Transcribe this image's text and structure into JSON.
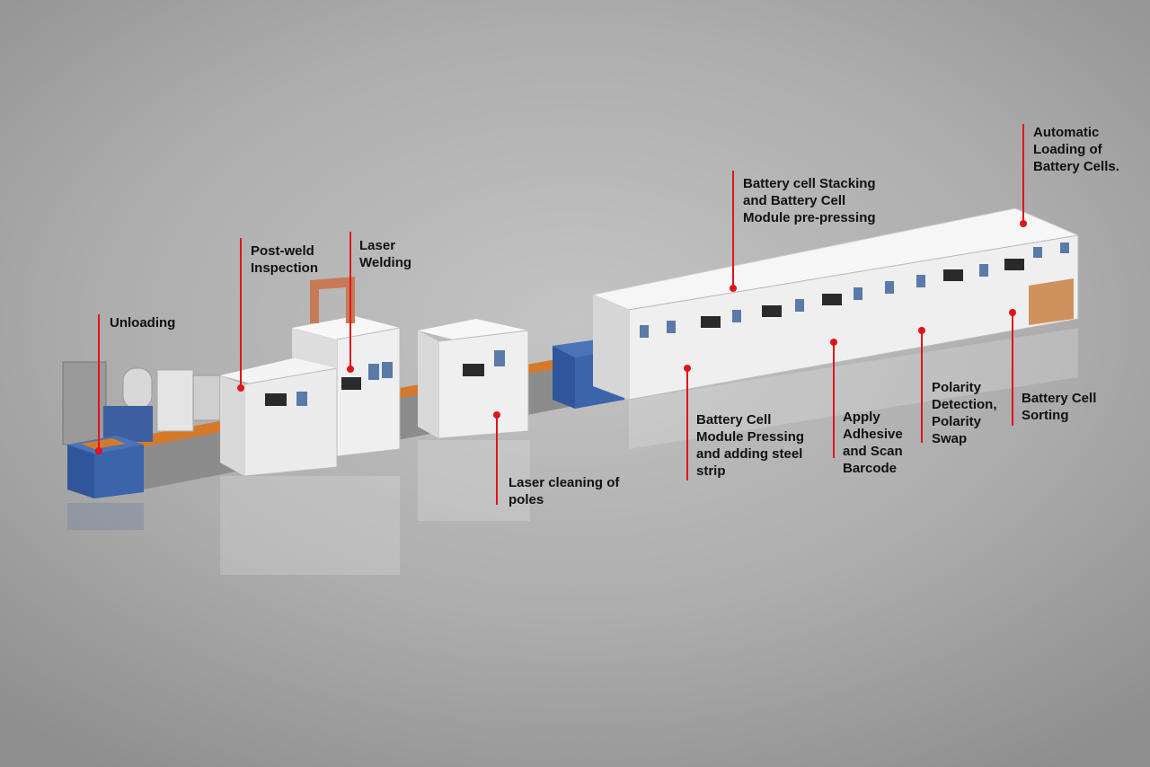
{
  "title": "Battery module production line",
  "accent_color": "#e0141b",
  "stations": [
    {
      "id": "unloading",
      "label": "Unloading"
    },
    {
      "id": "post-weld-inspection",
      "label": "Post-weld\nInspection"
    },
    {
      "id": "laser-welding",
      "label": "Laser\nWelding"
    },
    {
      "id": "laser-cleaning",
      "label": "Laser cleaning of\npoles"
    },
    {
      "id": "stacking",
      "label": "Battery cell Stacking\nand Battery Cell\nModule pre-pressing"
    },
    {
      "id": "auto-loading",
      "label": "Automatic\nLoading of\nBattery Cells."
    },
    {
      "id": "module-pressing",
      "label": "Battery Cell\nModule Pressing\nand adding steel\nstrip"
    },
    {
      "id": "adhesive",
      "label": "Apply\nAdhesive\nand Scan\nBarcode"
    },
    {
      "id": "polarity",
      "label": "Polarity\nDetection,\nPolarity\nSwap"
    },
    {
      "id": "sorting",
      "label": "Battery Cell\nSorting"
    }
  ]
}
